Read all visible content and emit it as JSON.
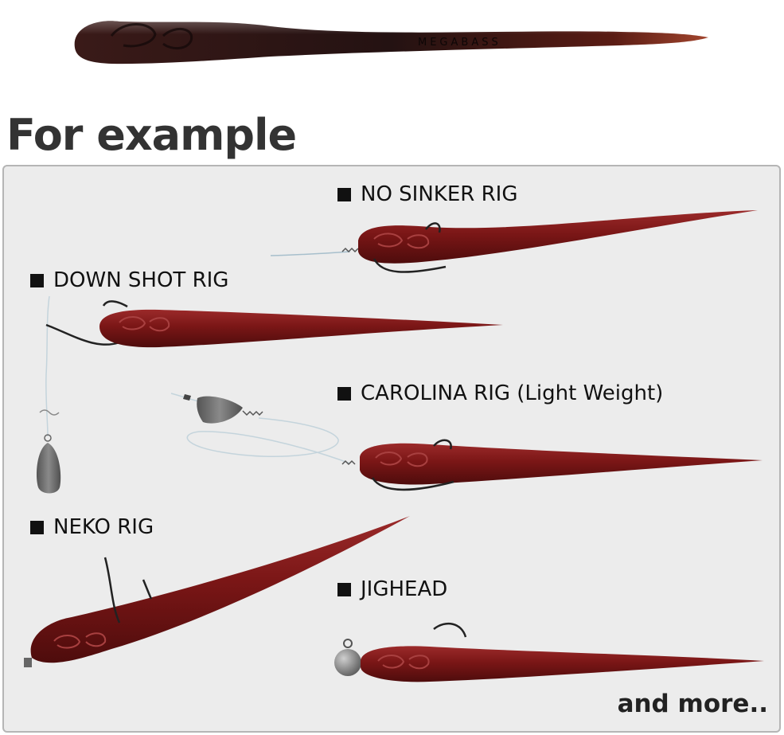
{
  "hero": {
    "brand_text": "MEGABASS",
    "icon": "worm-lure-icon"
  },
  "heading": "For example",
  "rigs": [
    {
      "label": "NO SINKER RIG"
    },
    {
      "label": "DOWN SHOT RIG"
    },
    {
      "label": "CAROLINA RIG (Light Weight)"
    },
    {
      "label": "NEKO RIG"
    },
    {
      "label": "JIGHEAD"
    }
  ],
  "footer": "and more..",
  "colors": {
    "lure": "#7a1616",
    "lure_dark": "#2b1414",
    "panel": "#ececec",
    "weight": "#6b6b6b"
  }
}
